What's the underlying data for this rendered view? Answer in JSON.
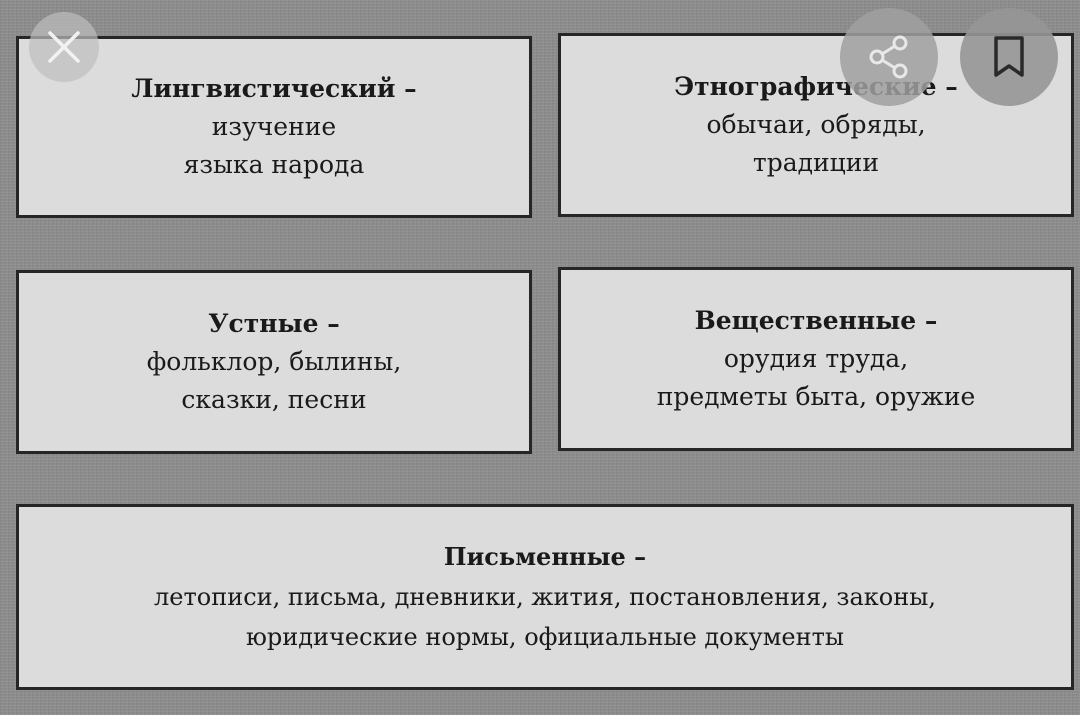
{
  "boxes": [
    {
      "title": "Лингвистический –",
      "line1": "изучение",
      "line2": "языка народа"
    },
    {
      "title": "Этнографические –",
      "line1": "обычаи, обряды,",
      "line2": "традиции"
    },
    {
      "title": "Устные –",
      "line1": "фольклор, былины,",
      "line2": "сказки, песни"
    },
    {
      "title": "Вещественные –",
      "line1": "орудия труда,",
      "line2": "предметы быта, оружие"
    },
    {
      "title": "Письменные –",
      "line1": "летописи, письма, дневники, жития, постановления, законы,",
      "line2": "юридические нормы, официальные документы"
    }
  ],
  "overlay": {
    "close_icon": "close-icon",
    "share_icon": "share-icon",
    "bookmark_icon": "bookmark-icon"
  }
}
